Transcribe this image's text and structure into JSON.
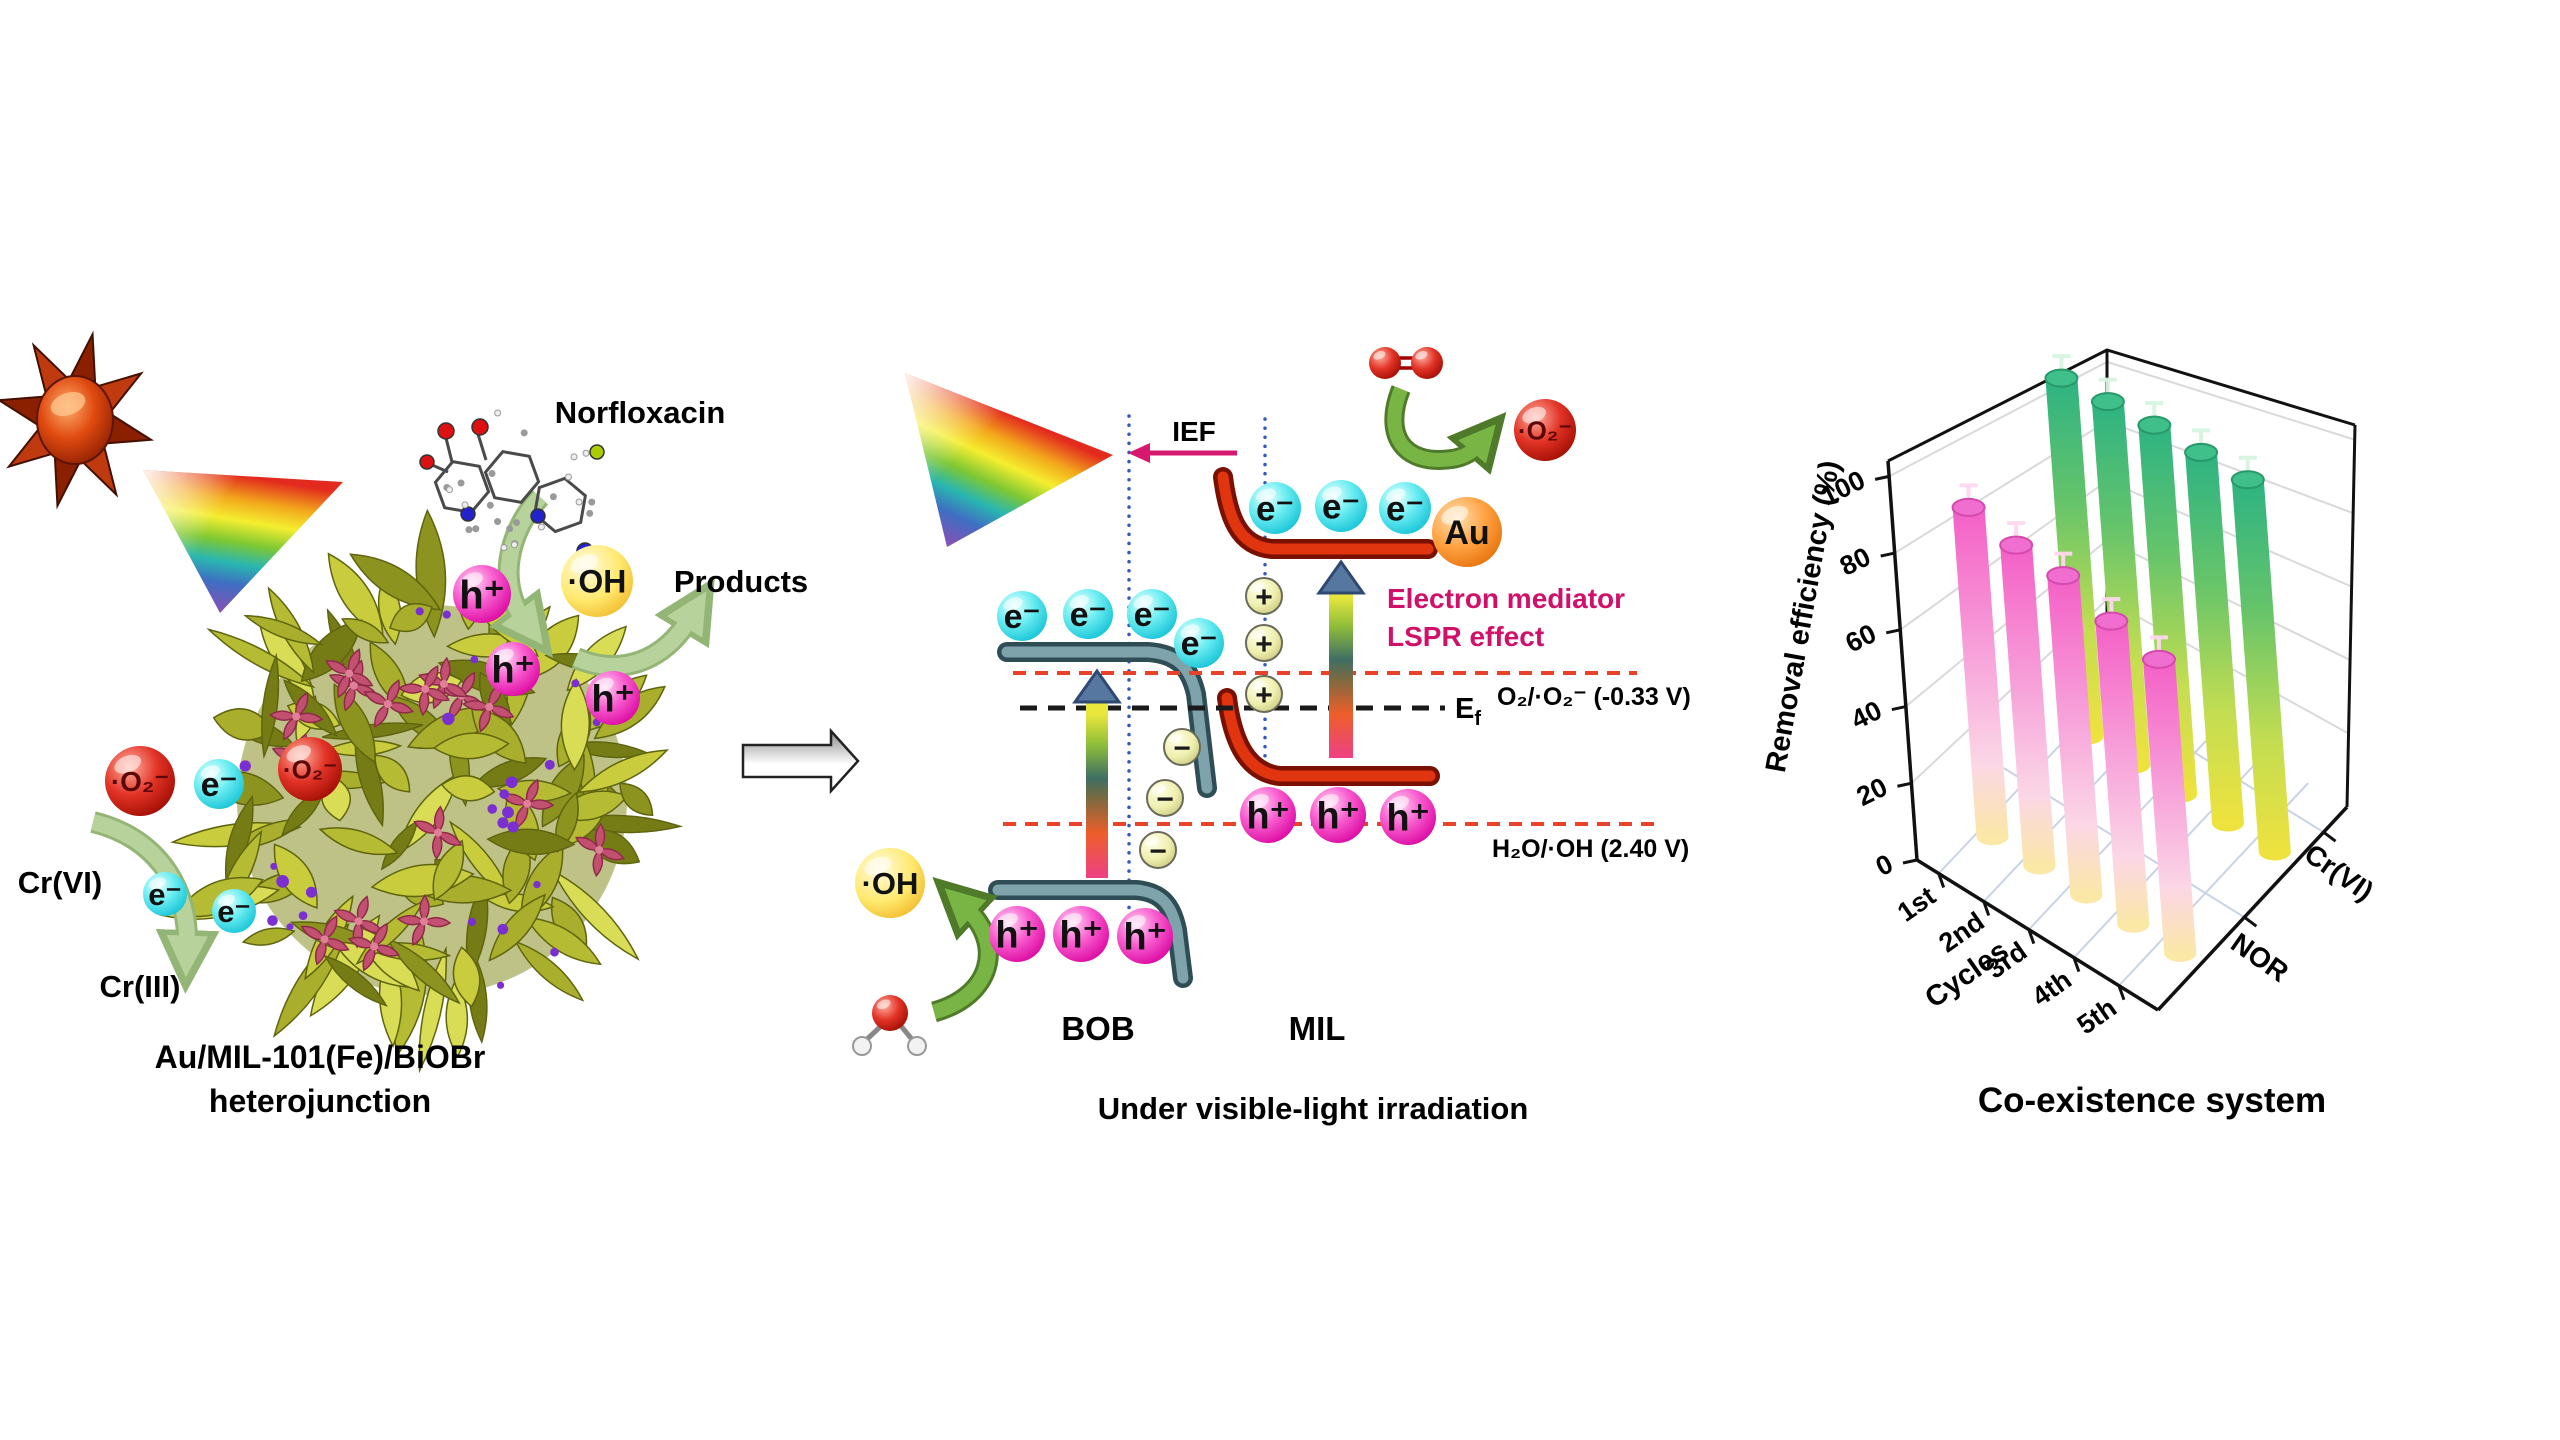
{
  "left_panel": {
    "norfloxacin_label": "Norfloxacin",
    "products_label": "Products",
    "oh_label": "·OH",
    "hole_label": "h⁺",
    "electron_label": "e⁻",
    "superoxide_label": "·O₂⁻",
    "cr6_label": "Cr(VI)",
    "cr3_label": "Cr(III)",
    "caption_line1": "Au/MIL-101(Fe)/BiOBr",
    "caption_line2": "heterojunction"
  },
  "middle_panel": {
    "ief_label": "IEF",
    "electron_label": "e⁻",
    "hole_label": "h⁺",
    "plus_label": "+",
    "minus_label": "−",
    "au_label": "Au",
    "superoxide_label": "·O₂⁻",
    "mediator_line1": "Electron mediator",
    "mediator_line2": "LSPR effect",
    "o2_potential_label": "O₂/·O₂⁻ (-0.33 V)",
    "fermi_main": "E",
    "fermi_sub": "f",
    "h2o_potential_label": "H₂O/·OH (2.40 V)",
    "oh_label": "·OH",
    "bob_label": "BOB",
    "mil_label": "MIL",
    "caption": "Under visible-light irradiation"
  },
  "chart_data": {
    "type": "bar",
    "projection": "3d",
    "title": "Co-existence system",
    "ylabel": "Removal efficiency (%)",
    "xlabel": "Cycles",
    "categories": [
      "1st",
      "2nd",
      "3rd",
      "4th",
      "5th"
    ],
    "depth_categories": [
      "NOR",
      "Cr(VI)"
    ],
    "series": [
      {
        "name": "NOR",
        "values": [
          90,
          87,
          86,
          81,
          78
        ]
      },
      {
        "name": "Cr(VI)",
        "values": [
          100,
          100,
          100,
          99,
          98
        ]
      }
    ],
    "ylim": [
      0,
      100
    ],
    "yticks": [
      0,
      20,
      40,
      60,
      80,
      100
    ],
    "grid": true
  },
  "colors": {
    "accent_pink": "#d1106a",
    "dashed_red": "#e8432a",
    "dashed_black": "#1a1a1a",
    "dotted_blue": "#3558c0",
    "nor_bar_top": "#f45fc6",
    "nor_bar_bottom": "#fbe7a6",
    "cr_bar_top": "#2db383",
    "cr_bar_bottom": "#eee23e"
  }
}
